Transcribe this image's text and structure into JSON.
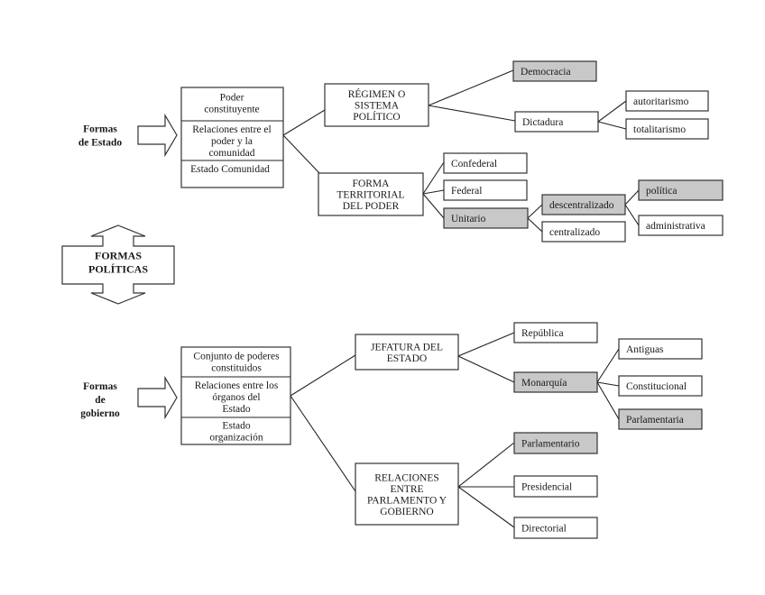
{
  "colors": {
    "highlight_fill": "#c8c8c8",
    "normal_fill": "#ffffff",
    "stroke": "#333333"
  },
  "top_section": {
    "label_lines": [
      "Formas",
      "de Estado"
    ],
    "stack": [
      "Poder\nconstituyente",
      "Relaciones entre el\npoder y la\ncomunidad",
      "Estado Comunidad"
    ],
    "regimen": "RÉGIMEN O\nSISTEMA\nPOLÍTICO",
    "democracia": "Democracia",
    "dictadura": "Dictadura",
    "autoritarismo": "autoritarismo",
    "totalitarismo": "totalitarismo",
    "forma_territorial": "FORMA\nTERRITORIAL\nDEL PODER",
    "confederal": "Confederal",
    "federal": "Federal",
    "unitario": "Unitario",
    "descentralizado": "descentralizado",
    "centralizado": "centralizado",
    "politica": "política",
    "administrativa": "administrativa"
  },
  "center": {
    "label": "FORMAS\nPOLÍTICAS"
  },
  "bottom_section": {
    "label_lines": [
      "Formas",
      "de",
      "gobierno"
    ],
    "stack": [
      "Conjunto de poderes\nconstituidos",
      "Relaciones entre los\nórganos del\nEstado",
      "Estado\norganización"
    ],
    "jefatura": "JEFATURA DEL\nESTADO",
    "republica": "República",
    "monarquia": "Monarquía",
    "antiguas": "Antiguas",
    "constitucional": "Constitucional",
    "parlamentaria": "Parlamentaria",
    "relaciones": "RELACIONES\nENTRE\nPARLAMENTO Y\nGOBIERNO",
    "parlamentario": "Parlamentario",
    "presidencial": "Presidencial",
    "directorial": "Directorial"
  }
}
